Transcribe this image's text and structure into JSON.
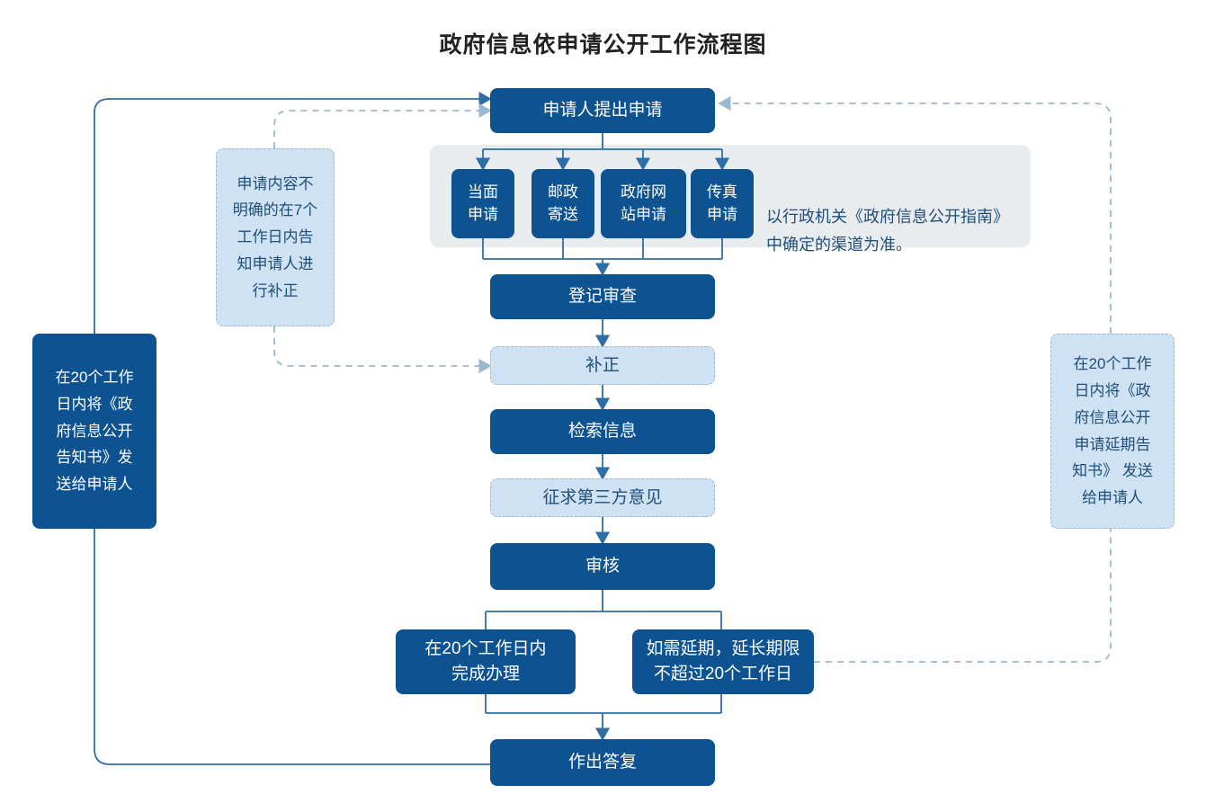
{
  "title": "政府信息依申请公开工作流程图",
  "colors": {
    "dark_blue": "#0d5291",
    "light_blue": "#cfe2f3",
    "panel_gray": "#e8ecef",
    "line_blue": "#2f6ea5",
    "text_dark_blue": "#1f4e79"
  },
  "nodes": {
    "apply": "申请人提出申请",
    "channel_inperson": "当面\n申请",
    "channel_post": "邮政\n寄送",
    "channel_website": "政府网\n站申请",
    "channel_fax": "传真\n申请",
    "channel_note": "以行政机关《政府信息公开指南》\n中确定的渠道为准。",
    "register_review": "登记审查",
    "supplement": "补正",
    "retrieve_info": "检索信息",
    "third_party_opinion": "征求第三方意见",
    "audit": "审核",
    "complete_in_20": "在20个工作日内\n完成办理",
    "extension": "如需延期，延长期限\n不超过20个工作日",
    "reply": "作出答复",
    "left_note": "申请内容不\n明确的在7个\n工作日内告\n知申请人进\n行补正",
    "left_dark_note": "在20个工作\n日内将《政\n府信息公开\n告知书》发\n送给申请人",
    "right_note": "在20个工作\n日内将《政\n府信息公开\n申请延期告\n知书》 发送\n给申请人"
  },
  "chart_data": {
    "type": "diagram",
    "title": "政府信息依申请公开工作流程图",
    "nodes": [
      {
        "id": "apply",
        "label": "申请人提出申请",
        "style": "dark"
      },
      {
        "id": "channel_inperson",
        "label": "当面申请",
        "style": "dark"
      },
      {
        "id": "channel_post",
        "label": "邮政寄送",
        "style": "dark"
      },
      {
        "id": "channel_website",
        "label": "政府网站申请",
        "style": "dark"
      },
      {
        "id": "channel_fax",
        "label": "传真申请",
        "style": "dark"
      },
      {
        "id": "register_review",
        "label": "登记审查",
        "style": "dark"
      },
      {
        "id": "supplement",
        "label": "补正",
        "style": "light-dashed"
      },
      {
        "id": "retrieve_info",
        "label": "检索信息",
        "style": "dark"
      },
      {
        "id": "third_party_opinion",
        "label": "征求第三方意见",
        "style": "light-dashed"
      },
      {
        "id": "audit",
        "label": "审核",
        "style": "dark"
      },
      {
        "id": "complete_in_20",
        "label": "在20个工作日内完成办理",
        "style": "dark"
      },
      {
        "id": "extension",
        "label": "如需延期，延长期限不超过20个工作日",
        "style": "dark"
      },
      {
        "id": "reply",
        "label": "作出答复",
        "style": "dark"
      },
      {
        "id": "left_note",
        "label": "申请内容不明确的在7个工作日内告知申请人进行补正",
        "style": "light-dashed"
      },
      {
        "id": "left_dark_note",
        "label": "在20个工作日内将《政府信息公开告知书》发送给申请人",
        "style": "dark"
      },
      {
        "id": "right_note",
        "label": "在20个工作日内将《政府信息公开申请延期告知书》 发送给申请人",
        "style": "light-dashed"
      }
    ],
    "edges": [
      {
        "from": "apply",
        "to": "channel_inperson",
        "style": "solid"
      },
      {
        "from": "apply",
        "to": "channel_post",
        "style": "solid"
      },
      {
        "from": "apply",
        "to": "channel_website",
        "style": "solid"
      },
      {
        "from": "apply",
        "to": "channel_fax",
        "style": "solid"
      },
      {
        "from": "channels",
        "to": "register_review",
        "style": "solid"
      },
      {
        "from": "register_review",
        "to": "supplement",
        "style": "solid"
      },
      {
        "from": "supplement",
        "to": "retrieve_info",
        "style": "solid"
      },
      {
        "from": "retrieve_info",
        "to": "third_party_opinion",
        "style": "solid"
      },
      {
        "from": "third_party_opinion",
        "to": "audit",
        "style": "solid"
      },
      {
        "from": "audit",
        "to": "complete_in_20",
        "style": "solid"
      },
      {
        "from": "audit",
        "to": "extension",
        "style": "solid"
      },
      {
        "from": "complete_in_20",
        "to": "reply",
        "style": "solid"
      },
      {
        "from": "extension",
        "to": "reply",
        "style": "solid"
      },
      {
        "from": "left_note",
        "to": "apply",
        "style": "dashed"
      },
      {
        "from": "left_note",
        "to": "supplement",
        "style": "dashed"
      },
      {
        "from": "left_dark_note",
        "to": "apply",
        "style": "solid"
      },
      {
        "from": "reply",
        "to": "left_dark_note",
        "style": "solid"
      },
      {
        "from": "extension",
        "to": "right_note",
        "style": "dashed"
      },
      {
        "from": "right_note",
        "to": "apply",
        "style": "dashed"
      }
    ]
  }
}
